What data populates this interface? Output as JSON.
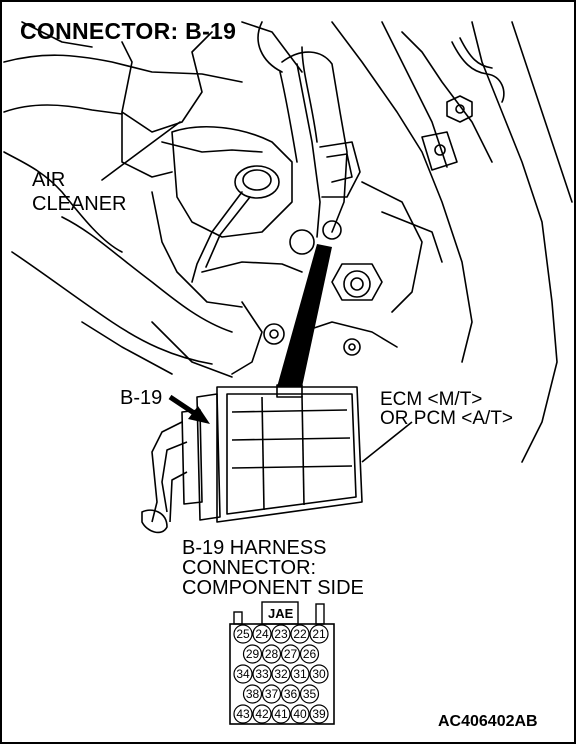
{
  "title": "CONNECTOR: B-19",
  "labels": {
    "air_cleaner_line1": "AIR",
    "air_cleaner_line2": "CLEANER",
    "connector_callout": "B-19",
    "ecm_line1": "ECM <M/T>",
    "ecm_line2": "OR PCM <A/T>",
    "harness_line1": "B-19 HARNESS",
    "harness_line2": "CONNECTOR:",
    "harness_line3": "COMPONENT SIDE",
    "figure_code": "AC406402AB"
  },
  "connector_face": {
    "header": "JAE",
    "rows": [
      [
        "25",
        "24",
        "23",
        "22",
        "21"
      ],
      [
        "29",
        "28",
        "27",
        "26"
      ],
      [
        "34",
        "33",
        "32",
        "31",
        "30"
      ],
      [
        "38",
        "37",
        "36",
        "35"
      ],
      [
        "43",
        "42",
        "41",
        "40",
        "39"
      ]
    ]
  },
  "icons": {
    "callout_arrow": "arrow-icon",
    "connector_face": "connector-pinout-icon"
  }
}
